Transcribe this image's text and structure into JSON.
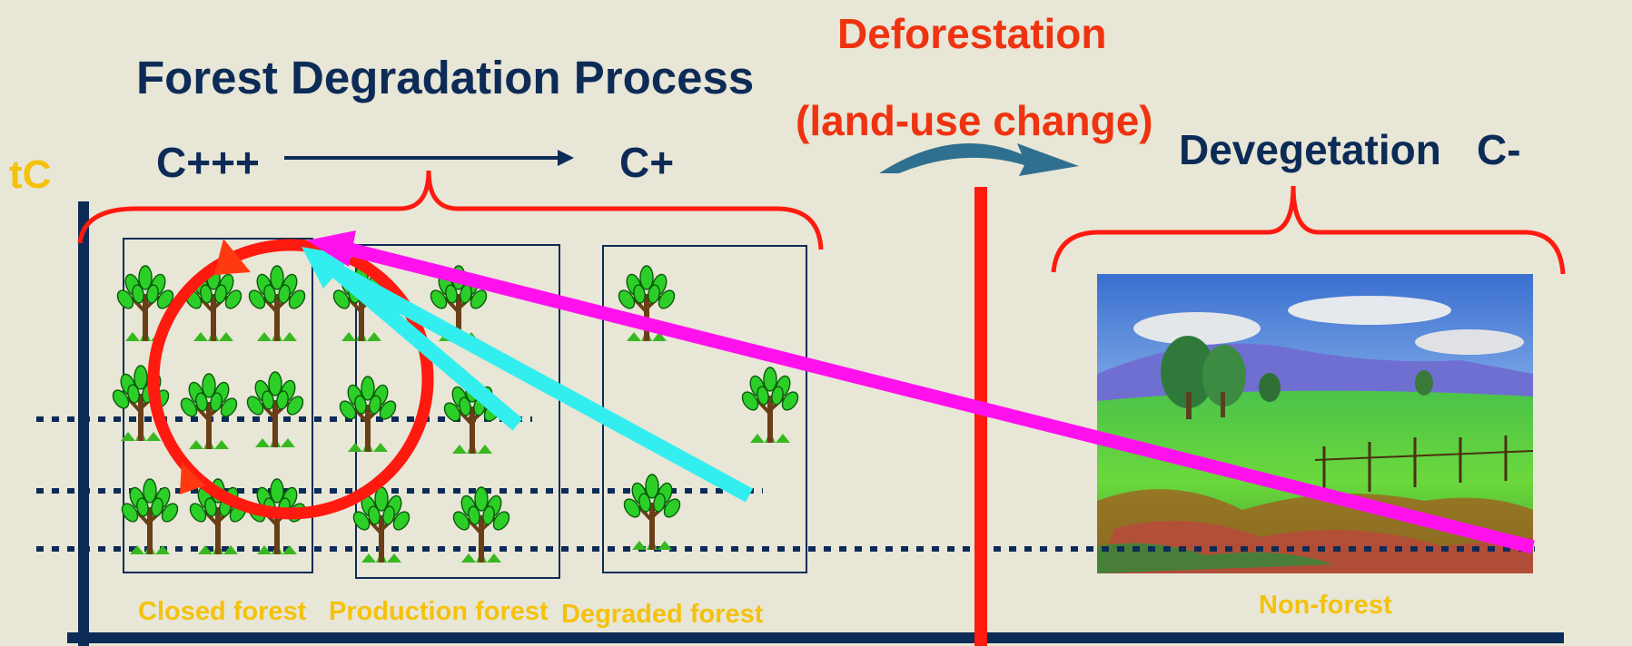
{
  "title": "Forest Degradation Process",
  "axis_label": "tC",
  "carbon_high": "C+++",
  "carbon_low": "C+",
  "deforestation": {
    "line1": "Deforestation",
    "line2": "(land-use change)"
  },
  "devegetation": "Devegetation",
  "carbon_none": "C-",
  "stages": {
    "closed": "Closed forest",
    "production": "Production forest",
    "degraded": "Degraded forest",
    "nonforest": "Non-forest"
  },
  "colors": {
    "navy": "#0d2b57",
    "red": "#ff1a10",
    "gold": "#f4c20d",
    "magenta": "#ff11ee",
    "cyan": "#33eeee",
    "background": "#e8e6d6"
  }
}
